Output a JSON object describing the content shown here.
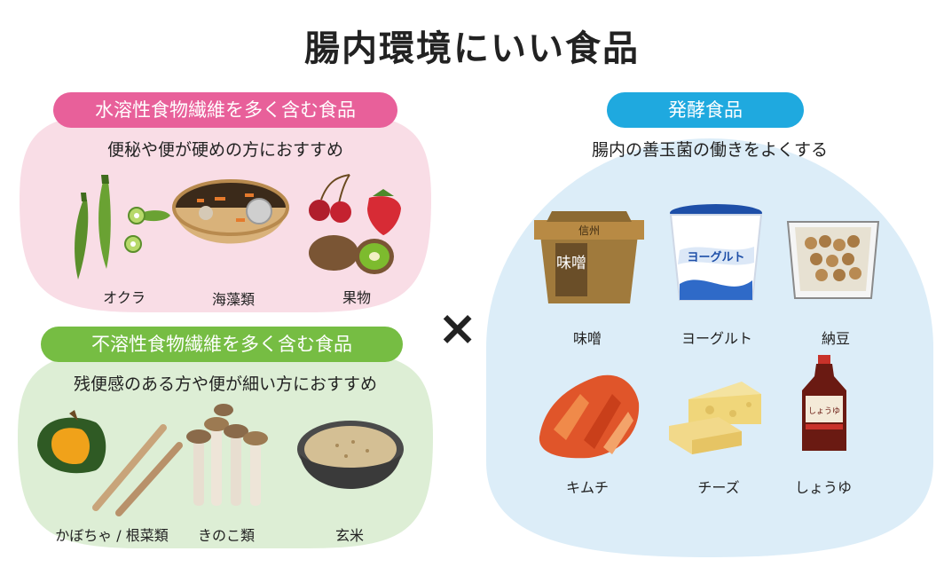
{
  "title": "腸内環境にいい食品",
  "soluble": {
    "heading": "水溶性食物繊維を多く含む食品",
    "subtitle": "便秘や便が硬めの方におすすめ",
    "items": [
      "オクラ",
      "海藻類",
      "果物"
    ]
  },
  "insoluble": {
    "heading": "不溶性食物繊維を多く含む食品",
    "subtitle": "残便感のある方や便が細い方におすすめ",
    "items": [
      "かぼちゃ / 根菜類",
      "きのこ類",
      "玄米"
    ]
  },
  "fermented": {
    "heading": "発酵食品",
    "subtitle": "腸内の善玉菌の働きをよくする",
    "items": [
      "味噌",
      "ヨーグルト",
      "納豆",
      "キムチ",
      "チーズ",
      "しょうゆ"
    ],
    "miso_lid_text": "味噌",
    "miso_side_text": "信州",
    "yogurt_cup_text": "ヨーグルト",
    "soy_label_text": "しょうゆ"
  },
  "operator": "×",
  "colors": {
    "pink_bg": "#f9dde6",
    "pink_pill": "#e8609a",
    "green_bg": "#ddeed5",
    "green_pill": "#76bd43",
    "blue_bg": "#dcedf8",
    "blue_pill": "#1fa9df"
  }
}
